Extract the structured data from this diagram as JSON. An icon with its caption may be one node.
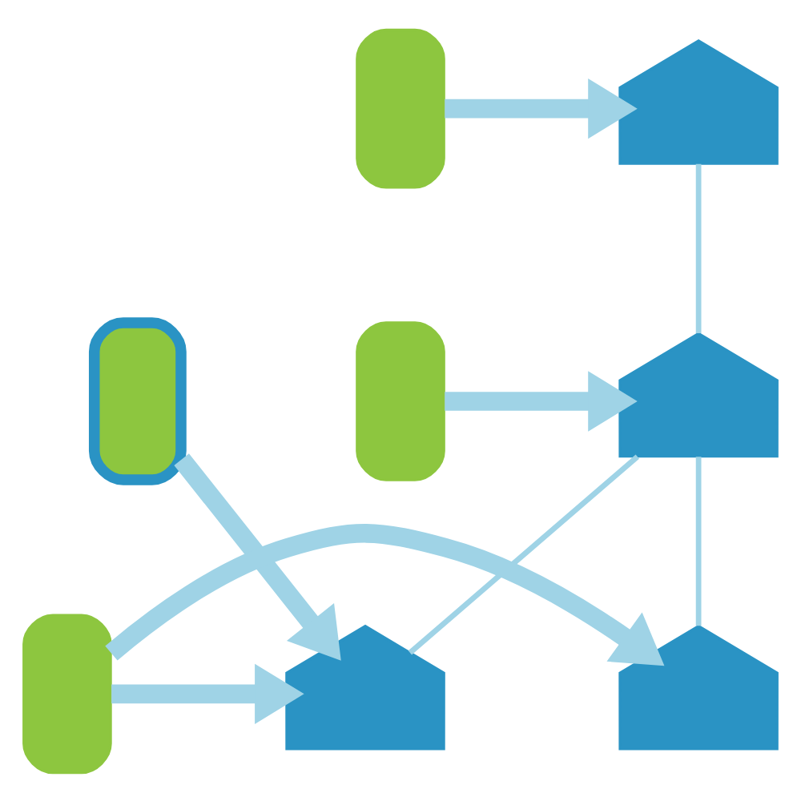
{
  "diagram": {
    "nodes": [
      {
        "text": [],
        "shape": "factory"
      },
      {
        "text": [],
        "shape": "person"
      },
      {
        "text": [],
        "shape": "person"
      },
      {
        "text": [],
        "shape": "factory"
      },
      {
        "text": [],
        "shape": "person"
      },
      {
        "text": [],
        "shape": "factory"
      },
      {
        "text": [],
        "shape": "person"
      },
      {
        "text": [],
        "shape": "factory"
      }
    ],
    "edges": [
      {
        "from": 1,
        "to": 0,
        "arrow": "to"
      },
      {
        "from": 4,
        "to": 3,
        "arrow": "to"
      },
      {
        "from": 2,
        "to": 5,
        "arrow": "to"
      },
      {
        "from": 6,
        "to": 5,
        "arrow": "to"
      },
      {
        "from": 6,
        "to": 7,
        "arrow": "to"
      },
      {
        "from": 0,
        "to": 3,
        "arrow": "none"
      },
      {
        "from": 3,
        "to": 5,
        "arrow": "none"
      },
      {
        "from": 3,
        "to": 7,
        "arrow": "none"
      }
    ]
  }
}
